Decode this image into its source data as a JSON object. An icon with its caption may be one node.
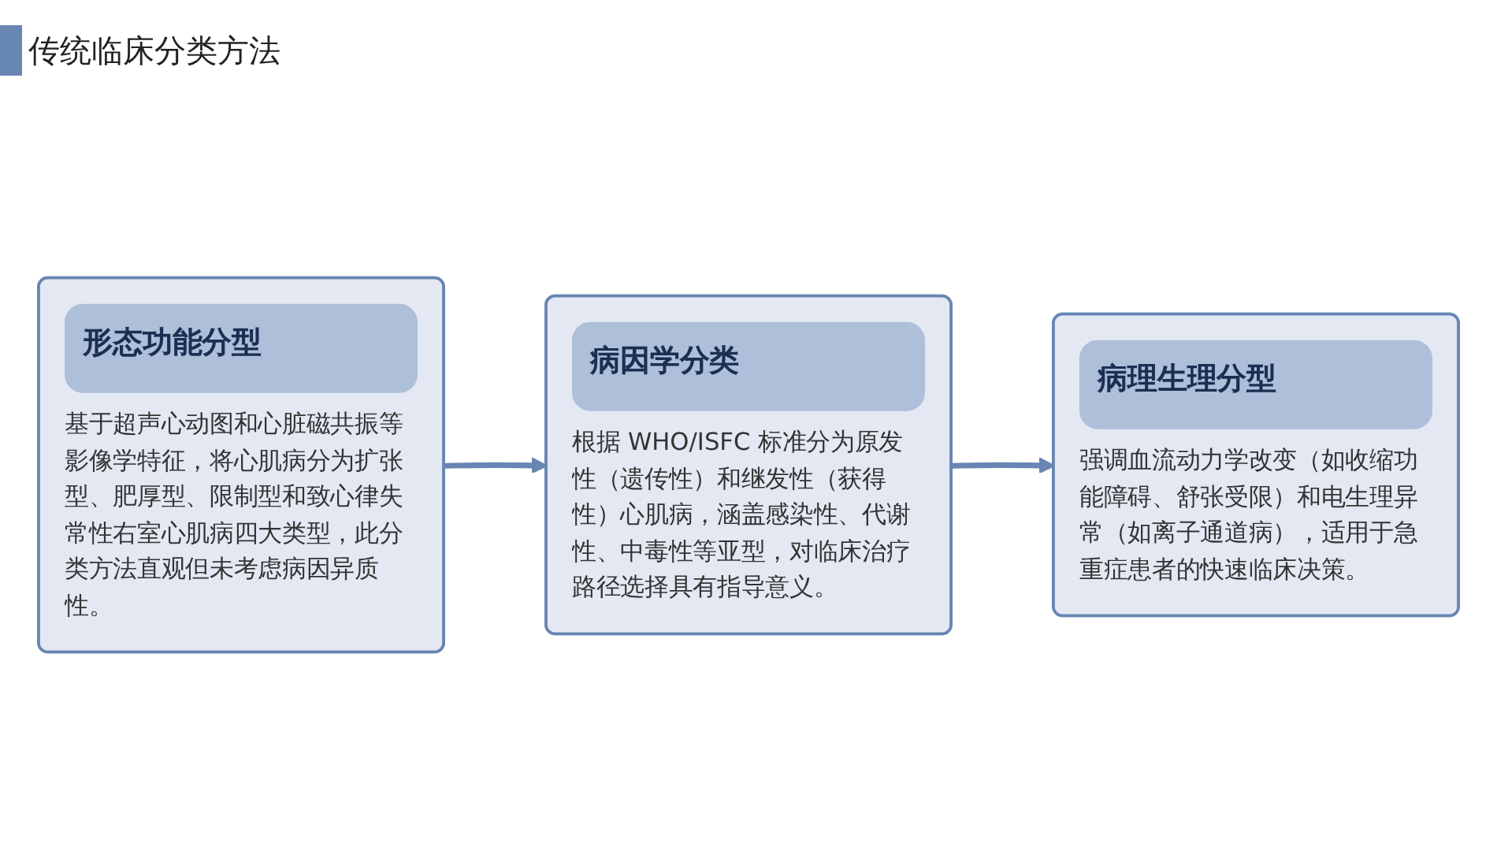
{
  "diagram": {
    "title": "传统临床分类方法",
    "nodes": [
      {
        "text": [
          "形态功能分型",
          "基于超声心动图和心脏磁共振等影像学特征，将心肌病分为扩张型、肥厚型、限制型和致心律失常性右室心肌病四大类型，此分类方法直观但未考虑病因异质性。"
        ]
      },
      {
        "text": [
          "病因学分类",
          "根据 WHO/ISFC 标准分为原发性（遗传性）和继发性（获得性）心肌病，涵盖感染性、代谢性、中毒性等亚型，对临床治疗路径选择具有指导意义。"
        ]
      },
      {
        "text": [
          "病理生理分型",
          "强调血流动力学改变（如收缩功能障碍、舒张受限）和电生理异常（如离子通道病），适用于急重症患者的快速临床决策。"
        ]
      }
    ],
    "edges": [
      {
        "from": 0,
        "to": 1,
        "arrow": "to"
      },
      {
        "from": 1,
        "to": 2,
        "arrow": "to"
      }
    ]
  }
}
